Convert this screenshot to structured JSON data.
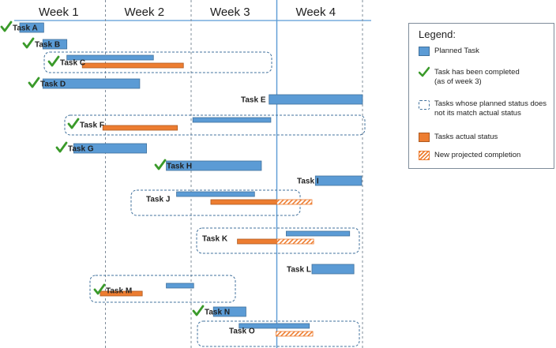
{
  "chart_data": {
    "type": "gantt",
    "weeks": [
      "Week 1",
      "Week 2",
      "Week 3",
      "Week 4"
    ],
    "current_week_marker": 3.0,
    "tasks": [
      {
        "name": "Task A",
        "completed": true,
        "planned": [
          0.0,
          0.28
        ],
        "actual": null,
        "projected": null,
        "mismatch": false
      },
      {
        "name": "Task B",
        "completed": true,
        "planned": [
          0.27,
          0.55
        ],
        "actual": null,
        "projected": null,
        "mismatch": false
      },
      {
        "name": "Task C",
        "completed": true,
        "planned": [
          0.55,
          1.56
        ],
        "actual": [
          0.73,
          1.91
        ],
        "projected": null,
        "mismatch": true
      },
      {
        "name": "Task D",
        "completed": true,
        "planned": [
          0.27,
          1.4
        ],
        "actual": null,
        "projected": null,
        "mismatch": false
      },
      {
        "name": "Task E",
        "completed": false,
        "planned": [
          2.91,
          4.0
        ],
        "actual": null,
        "projected": null,
        "mismatch": false
      },
      {
        "name": "Task F",
        "completed": true,
        "planned": [
          2.02,
          2.93
        ],
        "actual": [
          0.97,
          1.84
        ],
        "projected": null,
        "mismatch": true
      },
      {
        "name": "Task G",
        "completed": true,
        "planned": [
          0.63,
          1.48
        ],
        "actual": null,
        "projected": null,
        "mismatch": false
      },
      {
        "name": "Task H",
        "completed": true,
        "planned": [
          1.71,
          2.82
        ],
        "actual": null,
        "projected": null,
        "mismatch": false
      },
      {
        "name": "Task I",
        "completed": false,
        "planned": [
          3.45,
          3.99
        ],
        "actual": null,
        "projected": null,
        "mismatch": false
      },
      {
        "name": "Task J",
        "completed": false,
        "planned": [
          1.83,
          2.74
        ],
        "actual": [
          2.23,
          3.0
        ],
        "projected": [
          3.0,
          3.41
        ],
        "mismatch": true
      },
      {
        "name": "Task K",
        "completed": false,
        "planned": [
          3.11,
          3.85
        ],
        "actual": [
          2.54,
          3.0
        ],
        "projected": [
          3.0,
          3.43
        ],
        "mismatch": true
      },
      {
        "name": "Task L",
        "completed": false,
        "planned": [
          3.41,
          3.9
        ],
        "actual": null,
        "projected": null,
        "mismatch": false
      },
      {
        "name": "Task M",
        "completed": true,
        "planned": [
          1.71,
          2.03
        ],
        "actual": [
          0.94,
          1.43
        ],
        "projected": null,
        "mismatch": true
      },
      {
        "name": "Task N",
        "completed": true,
        "planned": [
          2.26,
          2.64
        ],
        "actual": null,
        "projected": null,
        "mismatch": false
      },
      {
        "name": "Task O",
        "completed": false,
        "planned": [
          2.56,
          3.38
        ],
        "actual": null,
        "projected": [
          2.99,
          3.42
        ],
        "mismatch": true
      }
    ]
  },
  "legend": {
    "title": "Legend:",
    "items": [
      {
        "symbol": "planned",
        "text": "Planned Task"
      },
      {
        "symbol": "check",
        "text": "Task has been completed (as of week 3)"
      },
      {
        "symbol": "dashed",
        "text": "Tasks whose planned status does not its match actual status"
      },
      {
        "symbol": "actual",
        "text": "Tasks actual status"
      },
      {
        "symbol": "hatch",
        "text": "New projected completion"
      }
    ]
  },
  "colors": {
    "planned": "#5b9bd5",
    "planned_border": "#41719c",
    "actual": "#ed7d31",
    "actual_border": "#ae5a21",
    "check": "#3a9a2a",
    "grid": "#7f8c9a",
    "current_line": "#5b9bd5"
  }
}
